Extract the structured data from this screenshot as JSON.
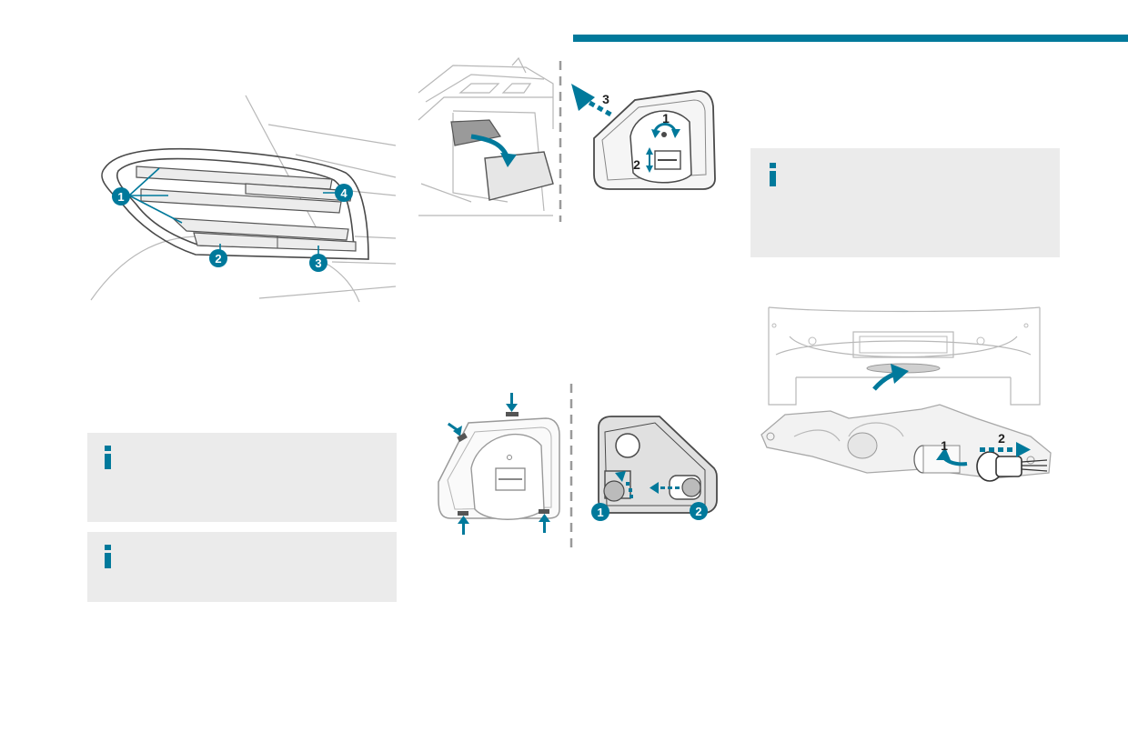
{
  "page": {
    "accent_color": "#00799b",
    "box_color": "#ebebeb"
  },
  "info_icon": {
    "glyph": "i",
    "name": "info-icon"
  },
  "rear_lamp_figure": {
    "markers": [
      "1",
      "2",
      "3",
      "4"
    ]
  },
  "access_figure": {
    "steps": [
      "1",
      "2",
      "3"
    ]
  },
  "bulb_unit_figure": {
    "markers": [
      "1",
      "2"
    ]
  },
  "number_plate_figure": {
    "steps": [
      "1",
      "2"
    ]
  }
}
